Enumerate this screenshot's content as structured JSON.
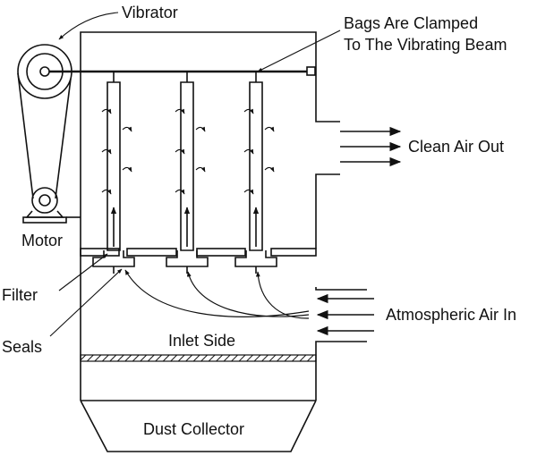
{
  "labels": {
    "vibrator": "Vibrator",
    "bags_line1": "Bags Are Clamped",
    "bags_line2": "To The Vibrating Beam",
    "clean_air_out": "Clean Air Out",
    "motor": "Motor",
    "filter": "Filter",
    "seals": "Seals",
    "atmospheric_air_in": "Atmospheric Air In",
    "inlet_side": "Inlet Side",
    "dust_collector": "Dust Collector"
  },
  "colors": {
    "line": "#111111",
    "background": "#ffffff"
  }
}
